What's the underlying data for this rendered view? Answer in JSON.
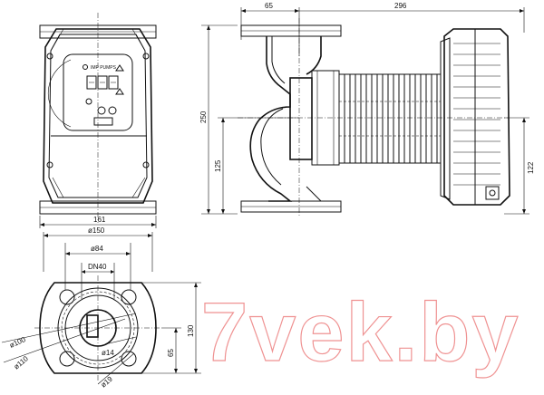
{
  "dimensions": {
    "flange_offset": "65",
    "overall_length": "296",
    "overall_height": "250",
    "axis_height": "125",
    "motor_axis_height": "122",
    "width": "161",
    "flange_outer": "ø150",
    "bolt_circle": "ø84",
    "nominal_diameter": "DN40",
    "dia_100": "ø100",
    "dia_110": "ø110",
    "dia_14": "ø14",
    "dia_19": "ø19",
    "flange_width": "130",
    "flange_half": "65"
  },
  "panel": {
    "brand": "IMP PUMPS"
  },
  "watermark": "7vek.by",
  "colors": {
    "line": "#111111",
    "watermark": "#e23a3a",
    "background": "#ffffff"
  }
}
